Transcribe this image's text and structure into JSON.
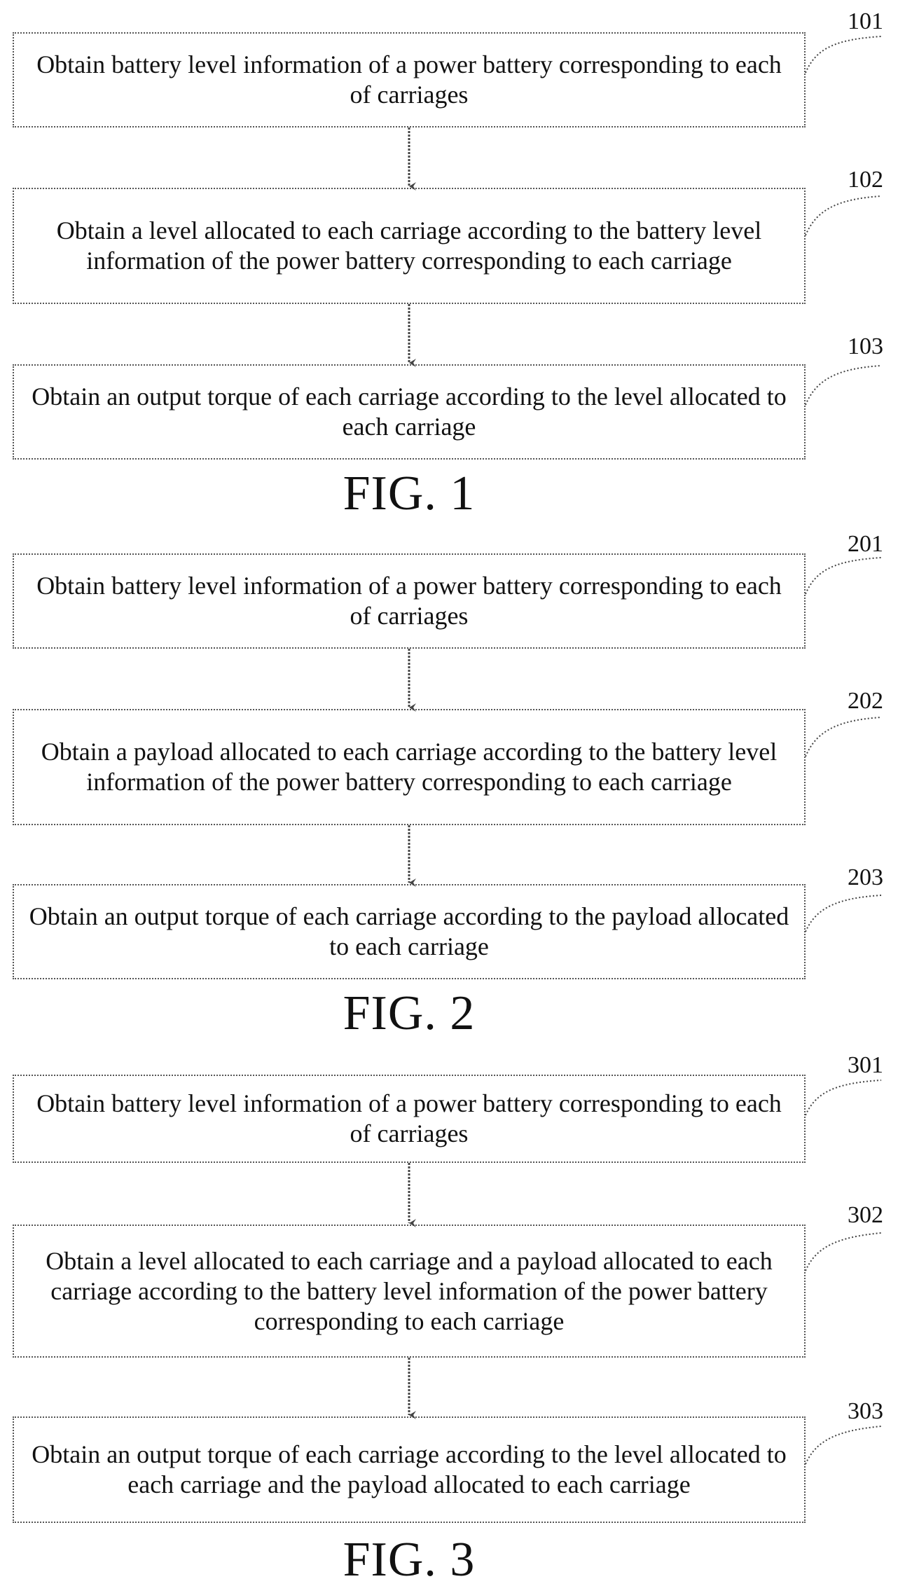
{
  "figures": [
    {
      "caption": "FIG. 1",
      "steps": [
        {
          "ref": "101",
          "text": "Obtain battery level information of a power battery corresponding to each of carriages"
        },
        {
          "ref": "102",
          "text": "Obtain a level allocated to each carriage according to the battery level information of the power battery corresponding to each carriage"
        },
        {
          "ref": "103",
          "text": "Obtain an output torque of each carriage according to the level allocated to each carriage"
        }
      ]
    },
    {
      "caption": "FIG. 2",
      "steps": [
        {
          "ref": "201",
          "text": "Obtain battery level information of a power battery corresponding to each of carriages"
        },
        {
          "ref": "202",
          "text": "Obtain a payload allocated to each carriage according to the battery level information of the power battery corresponding to each carriage"
        },
        {
          "ref": "203",
          "text": "Obtain an output torque of each carriage according to the payload allocated to each carriage"
        }
      ]
    },
    {
      "caption": "FIG. 3",
      "steps": [
        {
          "ref": "301",
          "text": "Obtain battery level information of a power battery corresponding to each of carriages"
        },
        {
          "ref": "302",
          "text": "Obtain a level allocated to each carriage and a payload allocated to each carriage according to the battery level information of the power battery corresponding to each carriage"
        },
        {
          "ref": "303",
          "text": "Obtain an output torque of each carriage according to the level allocated to each carriage and the payload allocated to each carriage"
        }
      ]
    }
  ]
}
